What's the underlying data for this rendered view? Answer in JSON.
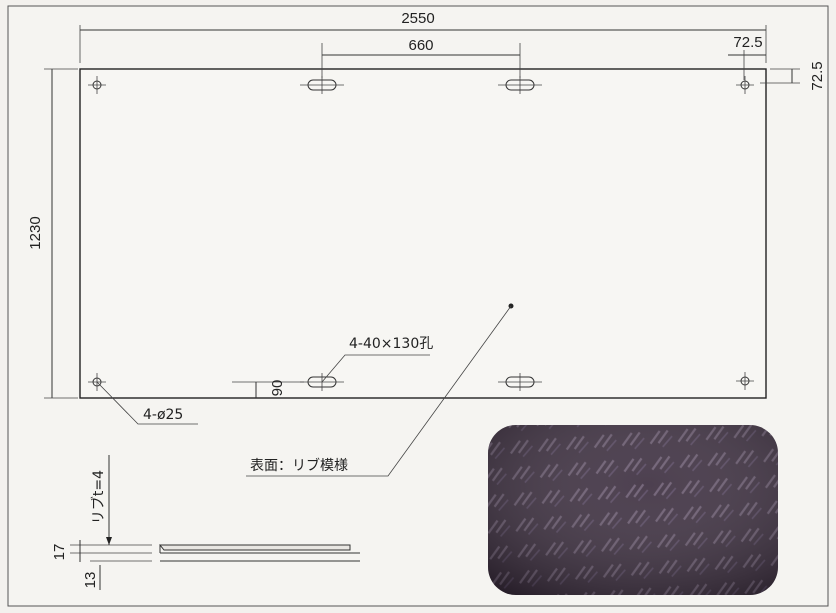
{
  "dimensions": {
    "overall_width": "2550",
    "slot_spacing": "660",
    "edge_offset_x": "72.5",
    "edge_offset_y": "72.5",
    "height": "1230",
    "slot_offset_bottom": "90",
    "rib_thickness": "リブt=4",
    "total_thickness": "17",
    "base_thickness": "13"
  },
  "notes": {
    "slots": "4-40×130孔",
    "holes": "4-ø25",
    "surface": "表面：リブ模様"
  },
  "colors": {
    "photo_base": "#3a2d3d",
    "photo_highlight": "#5a4a5e",
    "line": "#333333",
    "background": "#f3f1ee"
  }
}
